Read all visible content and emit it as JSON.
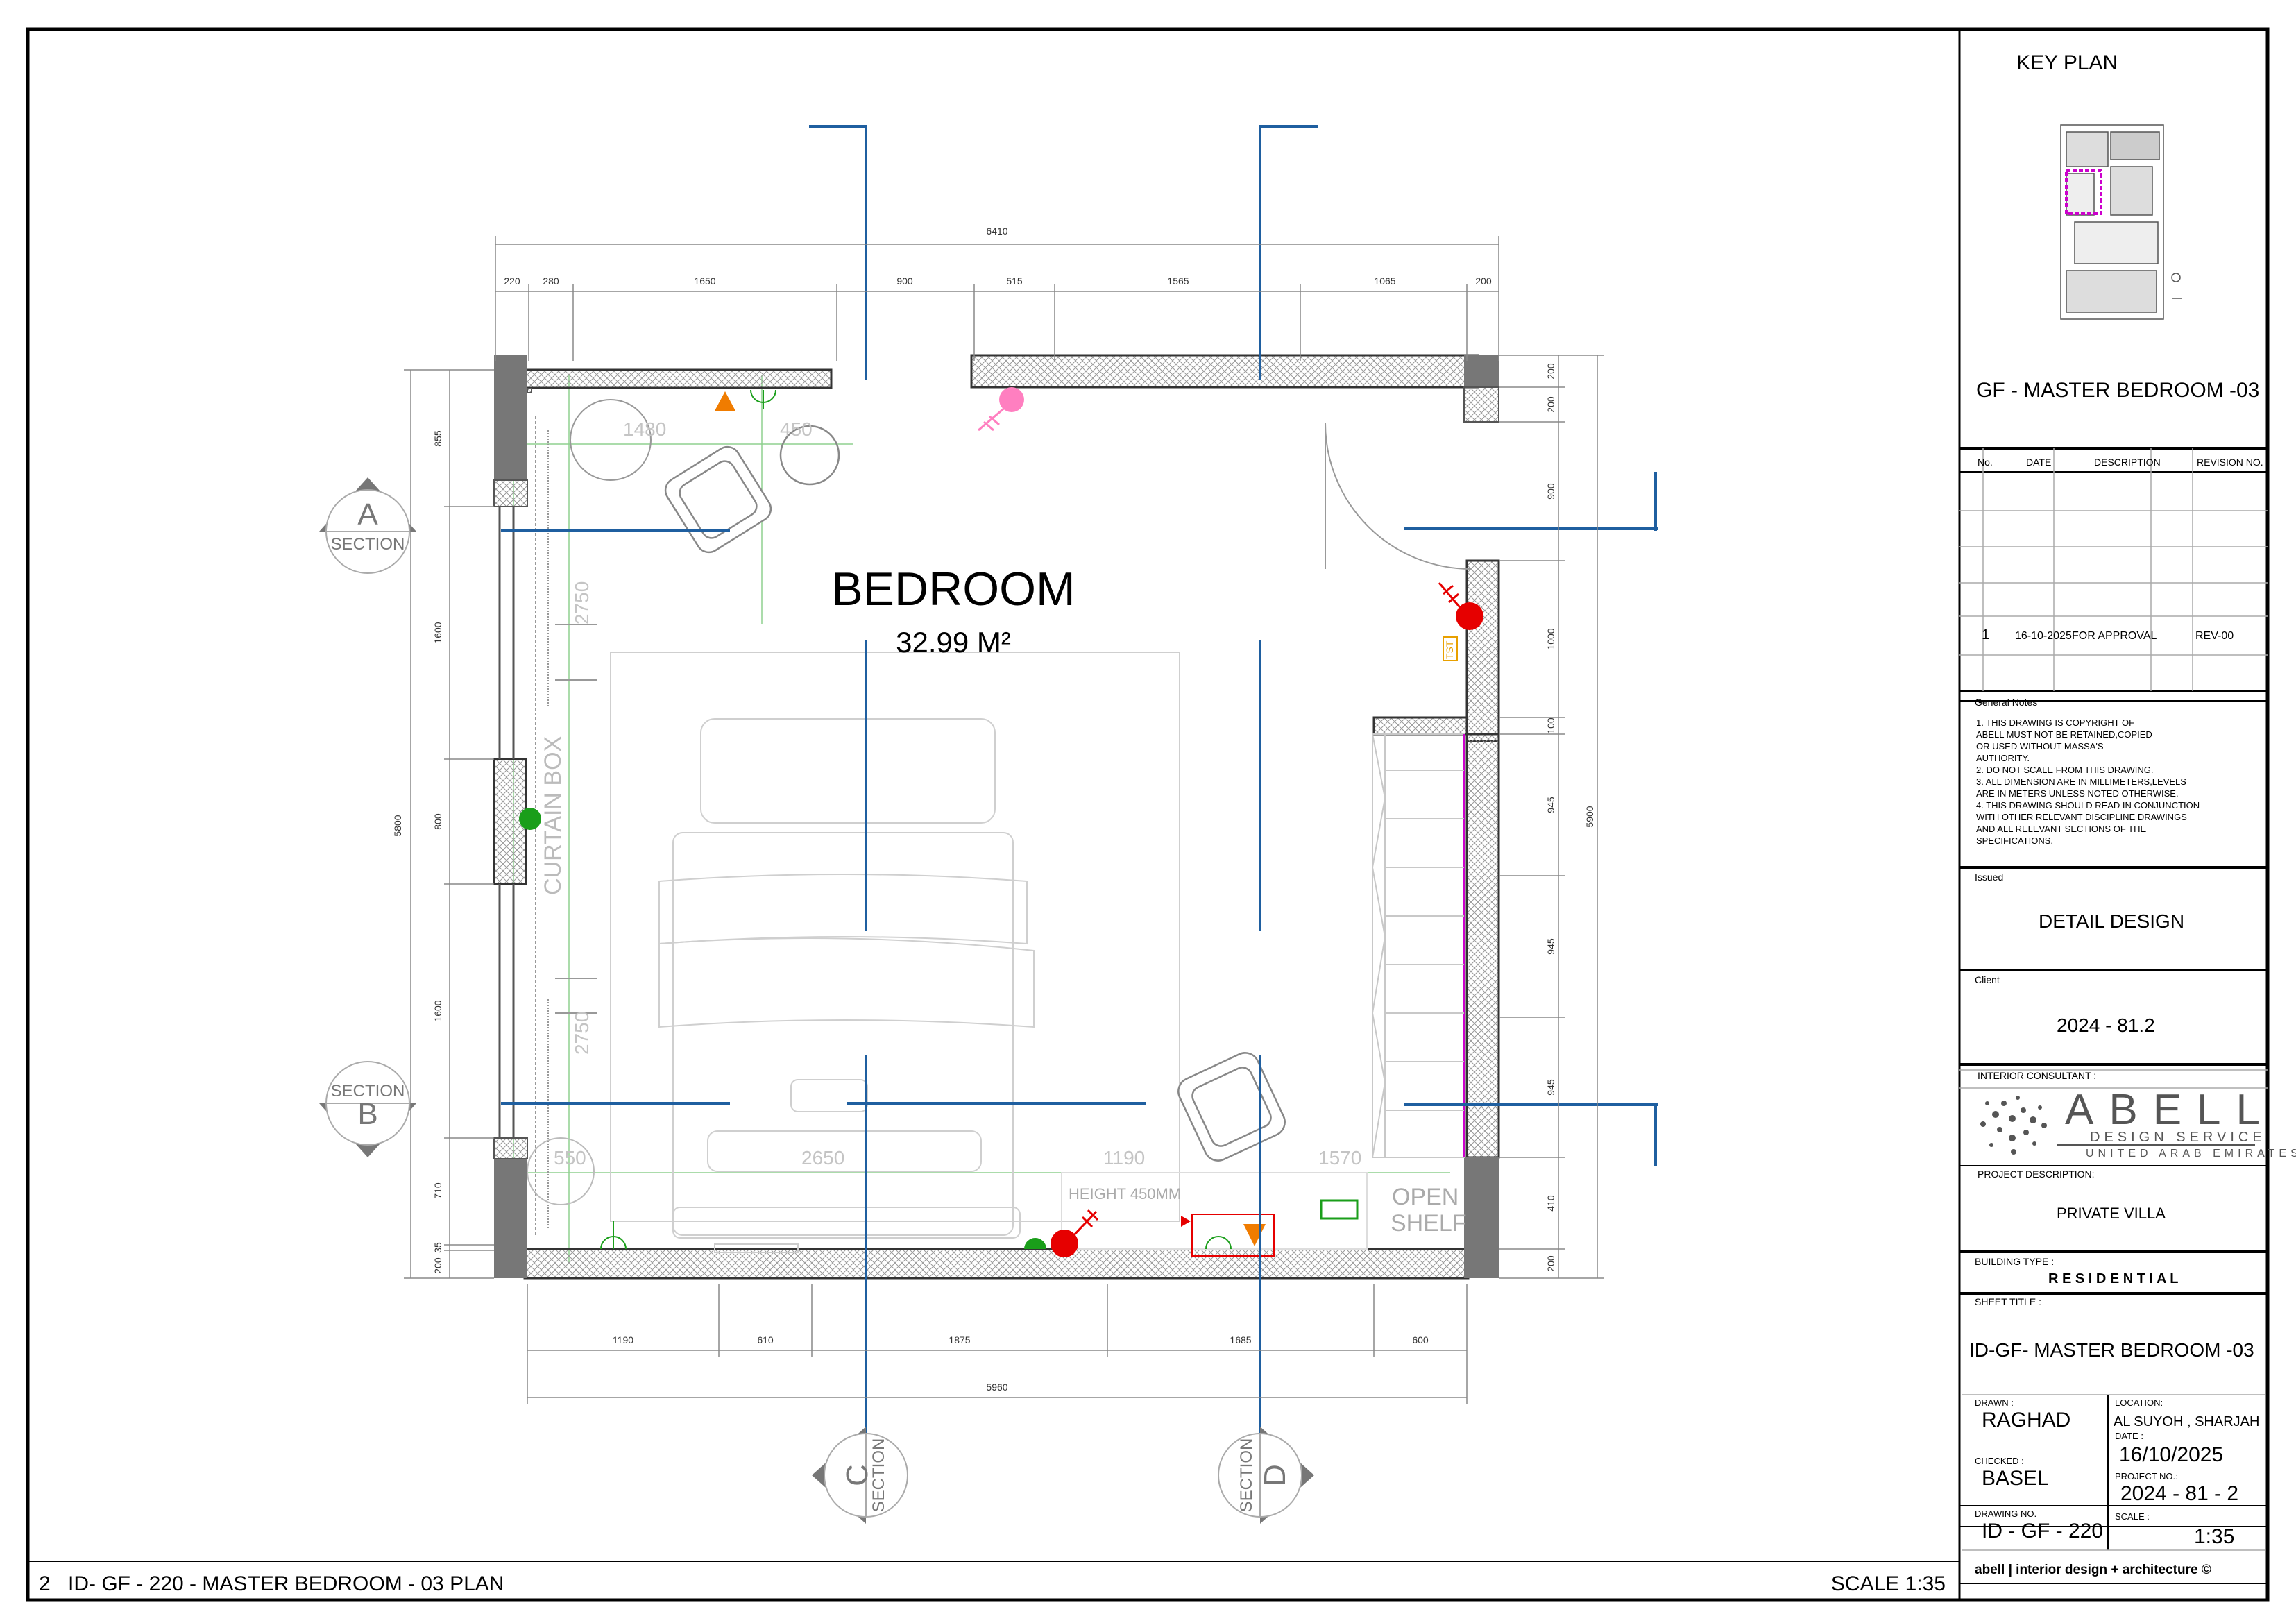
{
  "room": {
    "name": "BEDROOM",
    "area": "32.99 M²"
  },
  "dims": {
    "top_overall": "6410",
    "top_segments": [
      "220",
      "280",
      "1650",
      "900",
      "515",
      "1565",
      "1065",
      "200"
    ],
    "bottom_segments": [
      "1190",
      "610",
      "1875",
      "1685",
      "600"
    ],
    "bottom_overall": "5960",
    "left_overall": "5800",
    "left_segments": [
      "855",
      "1600",
      "800",
      "1600",
      "710",
      "35",
      "200"
    ],
    "right_overall": "5900",
    "right_segments": [
      "200",
      "200",
      "900",
      "1000",
      "100",
      "945",
      "945",
      "945",
      "410",
      "200"
    ],
    "interior": [
      "1480",
      "450",
      "2750",
      "2750",
      "2650",
      "1190",
      "1570",
      "550"
    ]
  },
  "labels": {
    "curtain_box": "CURTAIN BOX",
    "open_shelf_1": "OPEN",
    "open_shelf_2": "SHELF",
    "height_note": "HEIGHT 450MM",
    "tst": "TST"
  },
  "sections": [
    {
      "letter": "A",
      "word": "SECTION"
    },
    {
      "letter": "B",
      "word": "SECTION"
    },
    {
      "letter": "C",
      "word": "SECTION"
    },
    {
      "letter": "D",
      "word": "SECTION"
    }
  ],
  "footer": {
    "number": "2",
    "title": "ID- GF - 220 - MASTER BEDROOM - 03 PLAN",
    "scale": "SCALE 1:35"
  },
  "title_block": {
    "key_plan": "KEY PLAN",
    "key_plan_title": "GF - MASTER BEDROOM -03",
    "revision_headers": [
      "No.",
      "DATE",
      "DESCRIPTION",
      "REVISION NO."
    ],
    "revision_row": [
      "1",
      "16-10-2025",
      "FOR APPROVAL",
      "REV-00"
    ],
    "general_notes_label": "General Notes",
    "notes": [
      "1.     THIS DRAWING IS COPYRIGHT OF",
      "        ABELL MUST NOT BE RETAINED,COPIED",
      "        OR  USED WITHOUT MASSA'S",
      "        AUTHORITY.",
      "2.     DO NOT SCALE FROM THIS DRAWING.",
      "3.     ALL DIMENSION ARE IN MILLIMETERS,LEVELS",
      "        ARE IN METERS UNLESS NOTED OTHERWISE.",
      "4.     THIS DRAWING SHOULD READ IN CONJUNCTION",
      "        WITH OTHER RELEVANT DISCIPLINE DRAWINGS",
      "        AND ALL RELEVANT SECTIONS OF THE",
      "        SPECIFICATIONS."
    ],
    "issued_label": "Issued",
    "issued_value": "DETAIL DESIGN",
    "client_label": "Client",
    "client_value": "2024 - 81.2",
    "consultant_label": "INTERIOR CONSULTANT :",
    "logo_word": "ABELL",
    "logo_sub1": "DESIGN SERVICE",
    "logo_sub2": "UNITED ARAB EMIRATES",
    "project_desc_label": "PROJECT DESCRIPTION:",
    "project_desc_value": "PRIVATE VILLA",
    "building_type_label": "BUILDING TYPE :",
    "building_type_value": "R E S I D E N T I A L",
    "sheet_title_label": "SHEET TITLE :",
    "sheet_title_value": "ID-GF- MASTER BEDROOM -03",
    "drawn_label": "DRAWN :",
    "drawn_value": "RAGHAD",
    "location_label": "LOCATION:",
    "location_value": "AL SUYOH , SHARJAH",
    "date_label": "DATE :",
    "date_value": "16/10/2025",
    "checked_label": "CHECKED :",
    "checked_value": "BASEL",
    "project_no_label": "PROJECT NO.:",
    "project_no_value": "2024 - 81 - 2",
    "drawing_no_label": "DRAWING NO.",
    "drawing_no_value": "ID - GF - 220",
    "scale_label": "SCALE :",
    "scale_value": "1:35",
    "footer_brand": "abell  |  interior design + architecture ©"
  },
  "colors": {
    "section_line": "#1f5fa0",
    "wall_hatch": "#555555",
    "column": "#777777",
    "red": "#e60000",
    "green": "#1a9e1a",
    "orange": "#f07c00",
    "pink": "#ff7fc0",
    "magenta": "#cc00cc"
  }
}
